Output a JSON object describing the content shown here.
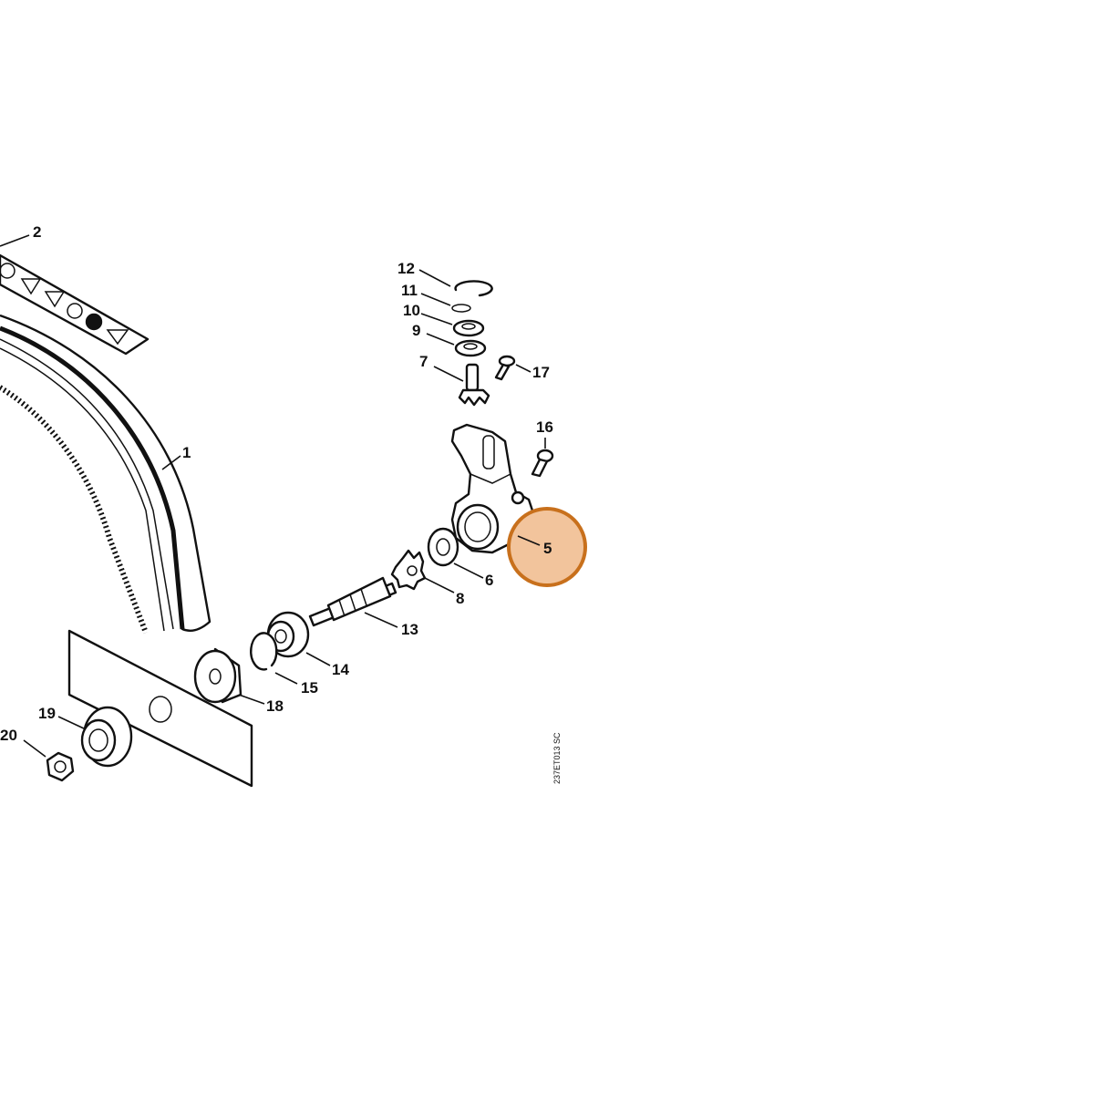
{
  "diagram": {
    "code": "237ET013 SC",
    "highlight": {
      "color": "#c8701c",
      "fill": "#f2c49c",
      "part": "5"
    },
    "labels": {
      "p1": "1",
      "p2": "2",
      "p5": "5",
      "p6": "6",
      "p7": "7",
      "p8": "8",
      "p9": "9",
      "p10": "10",
      "p11": "11",
      "p12": "12",
      "p13": "13",
      "p14": "14",
      "p15": "15",
      "p16": "16",
      "p17": "17",
      "p18": "18",
      "p19": "19",
      "p20": "20"
    }
  }
}
